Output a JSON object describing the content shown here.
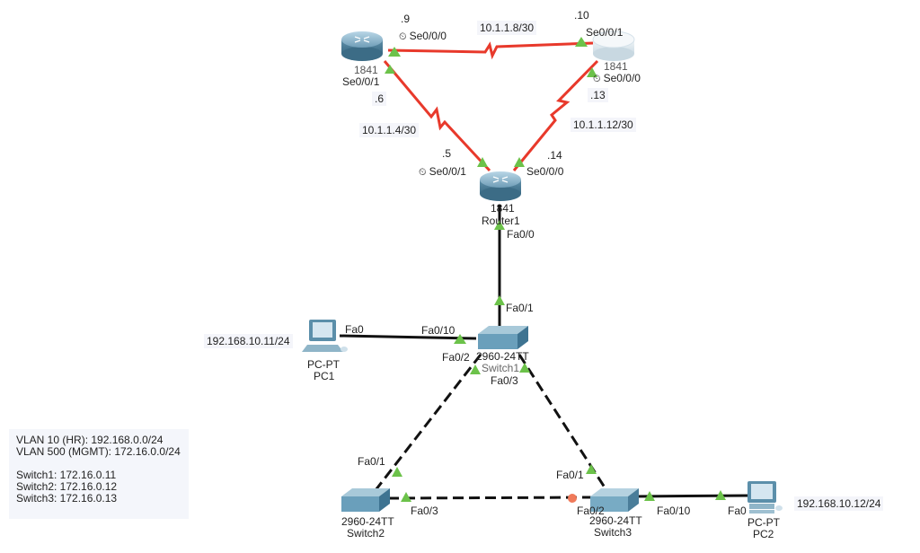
{
  "devices": {
    "router_left": {
      "model": "1841",
      "name": ""
    },
    "router_right": {
      "model": "1841",
      "name": ""
    },
    "router1": {
      "model": "1841",
      "name": "Router1"
    },
    "switch1": {
      "model": "2960-24TT",
      "name": "Switch1"
    },
    "switch2": {
      "model": "2960-24TT",
      "name": "Switch2"
    },
    "switch3": {
      "model": "2960-24TT",
      "name": "Switch3"
    },
    "pc1": {
      "model": "PC-PT",
      "name": "PC1",
      "ip": "192.168.10.11/24"
    },
    "pc2": {
      "model": "PC-PT",
      "name": "PC2",
      "ip": "192.168.10.12/24"
    }
  },
  "links": {
    "top": {
      "network": "10.1.1.8/30",
      "left_host": ".9",
      "left_port": "Se0/0/0",
      "right_host": ".10",
      "right_port": "Se0/0/1"
    },
    "left": {
      "network": "10.1.1.4/30",
      "top_host": ".6",
      "top_port": "Se0/0/1",
      "bottom_host": ".5",
      "bottom_port": "Se0/0/1"
    },
    "right": {
      "network": "10.1.1.12/30",
      "top_host": ".13",
      "top_port": "Se0/0/0",
      "bottom_host": ".14",
      "bottom_port": "Se0/0/0"
    },
    "r1_sw1": {
      "r1_port": "Fa0/0",
      "sw1_port": "Fa0/1"
    },
    "pc1_sw1": {
      "pc_port": "Fa0",
      "sw_port": "Fa0/10"
    },
    "sw1_sw2": {
      "sw1_port": "Fa0/2",
      "sw2_port": "Fa0/1"
    },
    "sw1_sw3": {
      "sw1_port": "Fa0/3",
      "sw3_port": "Fa0/1"
    },
    "sw2_sw3": {
      "sw2_port": "Fa0/3",
      "sw3_port": "Fa0/2"
    },
    "sw3_pc2": {
      "sw_port": "Fa0/10",
      "pc_port": "Fa0"
    }
  },
  "clock_icon": "⏲",
  "note": {
    "lines": [
      "VLAN 10 (HR): 192.168.0.0/24",
      "VLAN 500 (MGMT): 172.16.0.0/24",
      "",
      "Switch1: 172.16.0.11",
      "Switch2: 172.16.0.12",
      "Switch3: 172.16.0.13"
    ]
  },
  "colors": {
    "serial_link": "#e8392b",
    "ethernet_link": "#111111",
    "link_up": "#6cc24a",
    "link_blocked": "#f07a5a"
  }
}
